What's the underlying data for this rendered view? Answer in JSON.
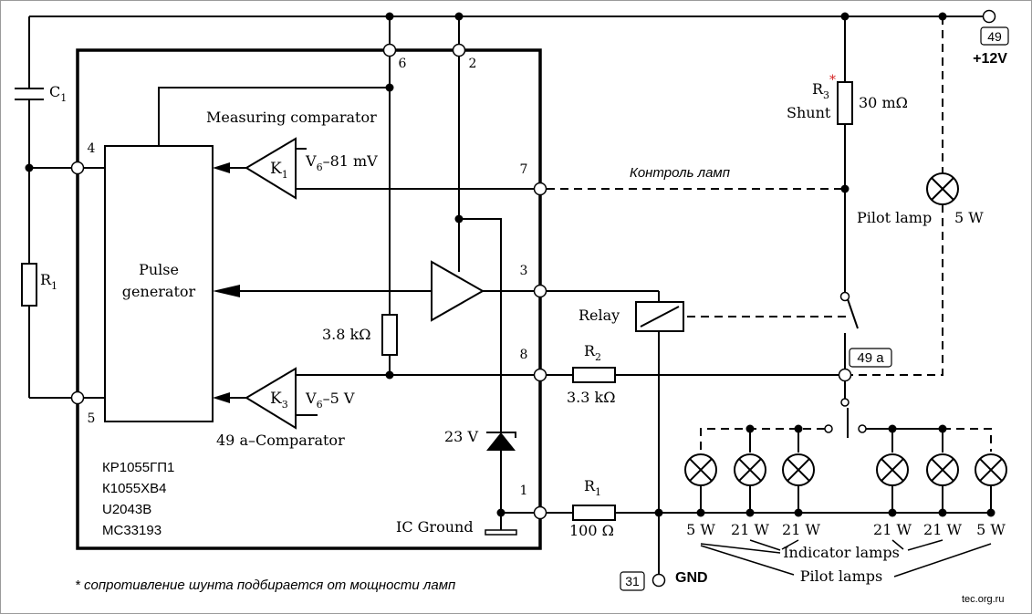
{
  "ic": {
    "pins": {
      "p1": "1",
      "p2": "2",
      "p3": "3",
      "p4": "4",
      "p5": "5",
      "p6": "6",
      "p7": "7",
      "p8": "8"
    },
    "pulse_generator": "Pulse\ngenerator",
    "measuring_comparator": "Measuring comparator",
    "comparator_49a": "49 a–Comparator",
    "k1": {
      "letter": "K",
      "sub": "1",
      "ref_v": "V",
      "ref_sub": "6",
      "ref_rest": "–81 mV"
    },
    "k3": {
      "letter": "K",
      "sub": "3",
      "ref_v": "V",
      "ref_sub": "6",
      "ref_rest": "–5 V"
    },
    "res_int": "3.8 kΩ",
    "zener": "23 V",
    "ground": "IC Ground",
    "part_numbers": [
      "КР1055ГП1",
      "К1055ХВ4",
      "U2043B",
      "MC33193"
    ]
  },
  "components": {
    "c1": {
      "letter": "C",
      "sub": "1"
    },
    "r1_left": {
      "letter": "R",
      "sub": "1"
    },
    "r2": {
      "letter": "R",
      "sub": "2",
      "value": "3.3 kΩ"
    },
    "r1_right": {
      "letter": "R",
      "sub": "1",
      "value": "100 Ω"
    },
    "r3": {
      "letter": "R",
      "sub": "3",
      "star": "*",
      "name": "Shunt",
      "value": "30 mΩ"
    },
    "relay": "Relay",
    "pilot_lamp": {
      "name": "Pilot lamp",
      "power": "5 W"
    }
  },
  "terminals": {
    "t49": "49",
    "plus12": "+12V",
    "t49a": "49 a",
    "t31": "31",
    "gnd": "GND"
  },
  "lamps": {
    "powers": [
      "5 W",
      "21 W",
      "21 W",
      "21 W",
      "21 W",
      "5 W"
    ],
    "indicator_label": "Indicator lamps",
    "pilot_label": "Pilot lamps"
  },
  "annotations": {
    "lamp_control": "Контроль ламп",
    "shunt_note": "* сопротивление шунта подбирается от мощности ламп",
    "watermark": "tec.org.ru"
  },
  "colors": {
    "red": "#d42020",
    "blue": "#2020a0",
    "ink": "#000000",
    "frame": "#9a9a9a"
  }
}
